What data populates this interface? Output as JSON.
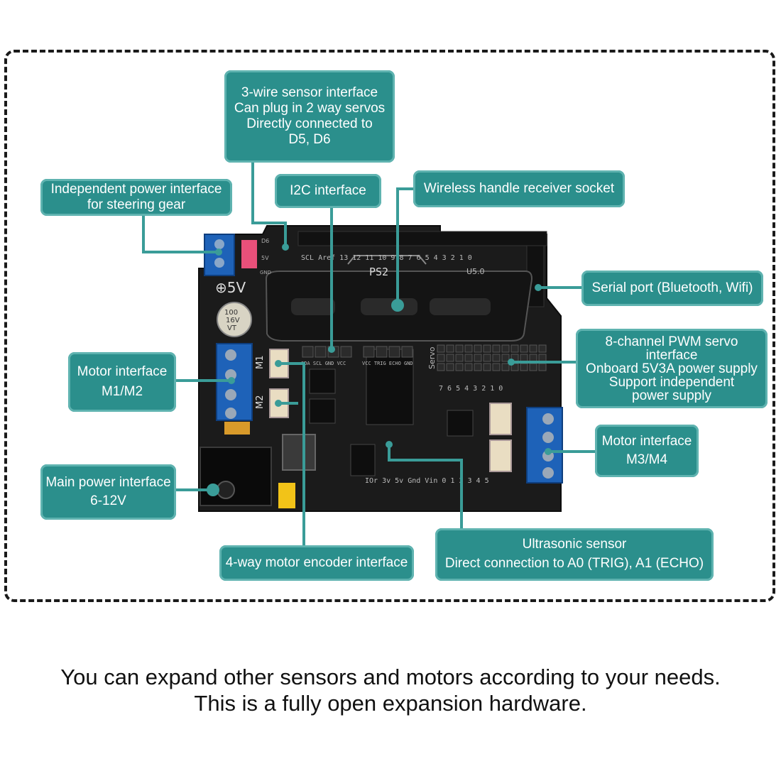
{
  "colors": {
    "callout": "#2b8f8c",
    "callout_edge": "#5fb3b0",
    "board": "#1b1b1b",
    "line": "#3a9c98"
  },
  "callouts": {
    "sensor3": [
      "3-wire sensor interface",
      "Can plug in 2 way servos",
      "Directly connected to",
      "D5, D6"
    ],
    "steer_power": [
      "Independent power interface",
      "for steering gear"
    ],
    "i2c": [
      "I2C interface"
    ],
    "wireless": [
      "Wireless handle receiver socket"
    ],
    "serial": [
      "Serial port (Bluetooth, Wifi)"
    ],
    "pwm": [
      "8-channel PWM servo",
      "interface",
      "Onboard 5V3A power supply",
      "Support independent",
      "power supply"
    ],
    "motor12": [
      "Motor interface",
      "M1/M2"
    ],
    "motor34": [
      "Motor interface",
      "M3/M4"
    ],
    "main_power": [
      "Main power interface",
      "6-12V"
    ],
    "encoder": [
      "4-way motor encoder interface"
    ],
    "ultrasonic": [
      "Ultrasonic sensor",
      "Direct connection to A0 (TRIG), A1 (ECHO)"
    ]
  },
  "board_labels": {
    "ps2": "PS2",
    "plus5v": "⊕5V",
    "cap": [
      "100",
      "16V",
      "VT"
    ],
    "m1": "M1",
    "m2": "M2",
    "u5": "U5.0",
    "servo": "Servo",
    "header_top": "SCL  Aref  13 12 11 10 9 8    7 6 5 4 3 2 1 0",
    "header_bottom": "IOr   3v  5v  Gnd  Vin   0  1  2  3  4  5",
    "i2c_pins": "SDA SCL GND VCC",
    "ultra_pins": "VCC TRIG ECHO GND",
    "pwm_low": "7 6 5 4     3 2 1 0",
    "d6": "D6",
    "s5v": "5V",
    "gnd": "GND"
  },
  "caption": {
    "line1": "You can expand other sensors and motors according to your needs.",
    "line2": "This is a fully open expansion hardware."
  }
}
